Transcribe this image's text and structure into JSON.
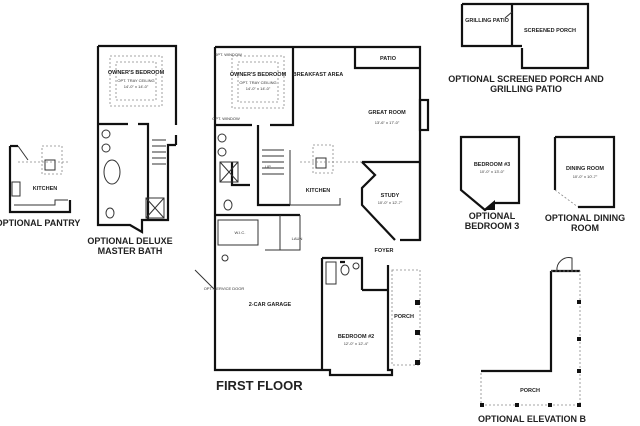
{
  "title": "FIRST FLOOR",
  "rooms": {
    "owners_bedroom": "OWNER'S BEDROOM",
    "opt_tray_ceiling": "OPT. TRAY CEILING",
    "owners_dim": "14'-0\" x 14'-0\"",
    "opt_window": "OPT. WINDOW",
    "breakfast": "BREAKFAST AREA",
    "patio": "PATIO",
    "great_room": "GREAT ROOM",
    "great_dim": "13'-6\" x 17'-0\"",
    "kitchen": "KITCHEN",
    "study": "STUDY",
    "study_dim": "10'-0\" x 12'-7\"",
    "wic": "W.I.C.",
    "laun": "LAUN",
    "foyer": "FOYER",
    "garage": "2-CAR GARAGE",
    "opt_service_door": "OPT. SERVICE DOOR",
    "porch": "PORCH",
    "bedroom2": "BEDROOM #2",
    "bedroom2_dim": "12'-0\" x 12'-4\"",
    "up": "UP"
  },
  "options": {
    "pantry": {
      "caption": "OPTIONAL PANTRY",
      "kitchen": "KITCHEN"
    },
    "deluxe_bath": {
      "caption_1": "OPTIONAL DELUXE",
      "caption_2": "MASTER BATH",
      "room": "OWNER'S BEDROOM",
      "sub": "OPT. TRAY CEILING",
      "dim": "14'-0\" x 14'-0\""
    },
    "screened_porch": {
      "caption_1": "OPTIONAL SCREENED PORCH AND",
      "caption_2": "GRILLING PATIO",
      "grilling": "GRILLING PATIO",
      "screened": "SCREENED PORCH"
    },
    "bedroom3": {
      "caption_1": "OPTIONAL",
      "caption_2": "BEDROOM 3",
      "room": "BEDROOM #3",
      "dim": "10'-0\" x 13'-0\""
    },
    "dining": {
      "caption_1": "OPTIONAL DINING",
      "caption_2": "ROOM",
      "room": "DINING ROOM",
      "dim": "10'-0\" x 10'-7\""
    },
    "elevation_b": {
      "caption": "OPTIONAL ELEVATION B",
      "porch": "PORCH"
    }
  }
}
